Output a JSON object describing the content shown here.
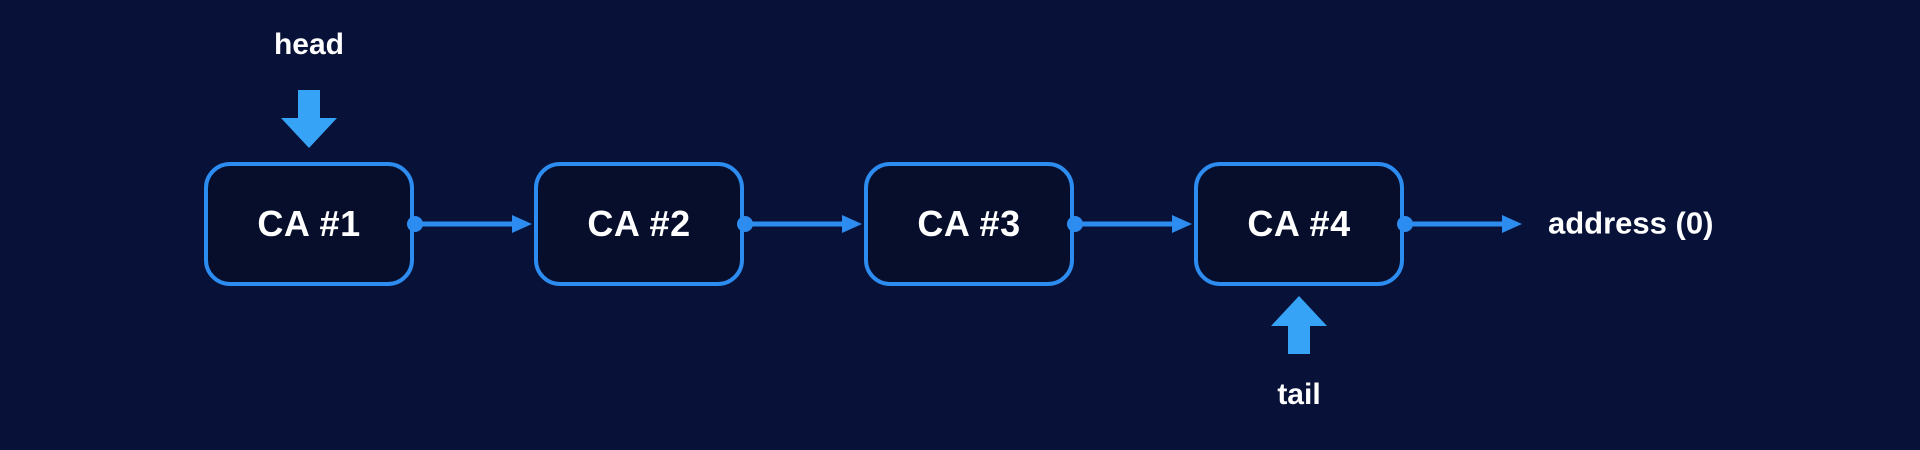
{
  "theme": {
    "bg": "#081238",
    "node-fill": "#060e2c",
    "accent": "#2d8cf0",
    "pointer-arrow": "#36a3f6",
    "text": "#ffffff"
  },
  "diagram": {
    "type": "linked-list",
    "nodes": [
      {
        "label": "CA #1"
      },
      {
        "label": "CA #2"
      },
      {
        "label": "CA #3"
      },
      {
        "label": "CA #4"
      }
    ],
    "head_pointer": {
      "label": "head",
      "direction": "down",
      "target": "CA #1"
    },
    "tail_pointer": {
      "label": "tail",
      "direction": "up",
      "target": "CA #4"
    },
    "terminal": {
      "label": "address (0)"
    }
  }
}
